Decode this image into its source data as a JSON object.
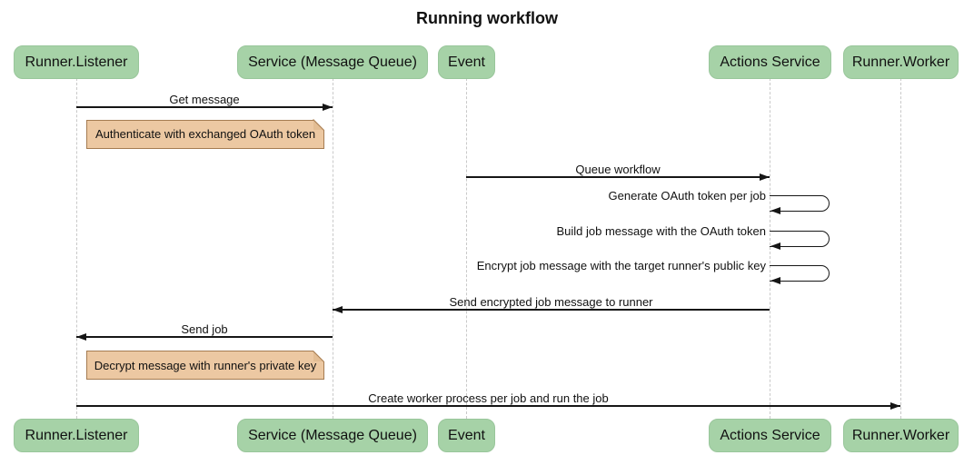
{
  "title": "Running workflow",
  "colors": {
    "actor_fill": "#a6d2a7",
    "actor_border": "#99c69b",
    "note_fill": "#ecc8a2",
    "note_border": "#a57c52",
    "line": "#161616",
    "lifeline": "#c9c9c9",
    "background": "#ffffff",
    "text": "#111111"
  },
  "actors": [
    {
      "label": "Runner.Listener"
    },
    {
      "label": "Service (Message Queue)"
    },
    {
      "label": "Event"
    },
    {
      "label": "Actions Service"
    },
    {
      "label": "Runner.Worker"
    }
  ],
  "messages": [
    {
      "label": "Get message",
      "from": "Runner.Listener",
      "to": "Service (Message Queue)"
    },
    {
      "label": "Queue workflow",
      "from": "Event",
      "to": "Actions Service"
    },
    {
      "label": "Send encrypted job message to runner",
      "from": "Actions Service",
      "to": "Service (Message Queue)"
    },
    {
      "label": "Send job",
      "from": "Service (Message Queue)",
      "to": "Runner.Listener"
    },
    {
      "label": "Create worker process per job and run the job",
      "from": "Runner.Listener",
      "to": "Runner.Worker"
    }
  ],
  "self_messages": [
    {
      "label": "Generate OAuth token per job",
      "actor": "Actions Service"
    },
    {
      "label": "Build job message with the OAuth token",
      "actor": "Actions Service"
    },
    {
      "label": "Encrypt job message with the target runner's public key",
      "actor": "Actions Service"
    }
  ],
  "notes": [
    {
      "label": "Authenticate with exchanged OAuth token"
    },
    {
      "label": "Decrypt message with runner's private key"
    }
  ]
}
